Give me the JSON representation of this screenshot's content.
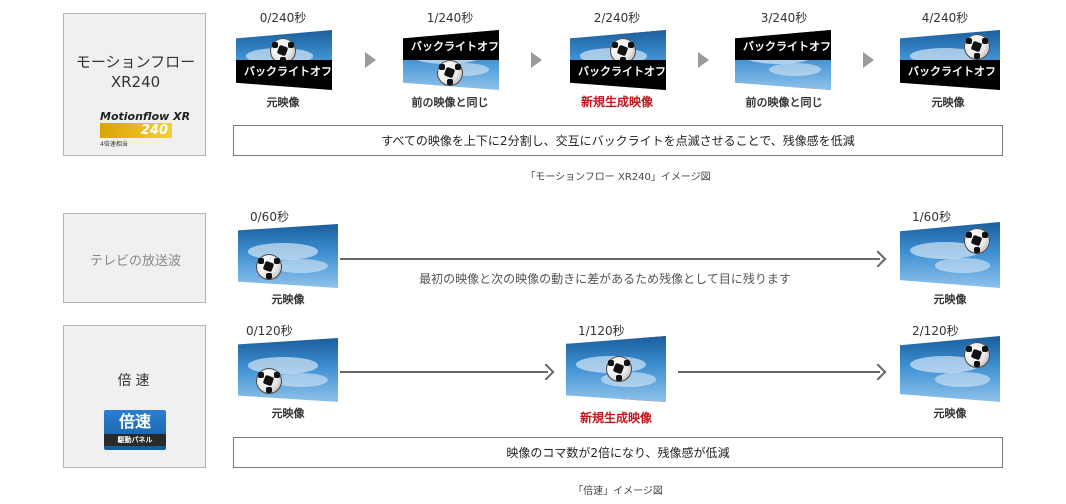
{
  "section1": {
    "label_line1": "モーションフロー",
    "label_line2": "XR240",
    "logo_text": "Motionflow XR",
    "logo_number": "240",
    "logo_sub": "4倍速相当",
    "frames": [
      {
        "time": "0/240秒",
        "caption": "元映像",
        "overlay": "バックライトオフ"
      },
      {
        "time": "1/240秒",
        "caption": "前の映像と同じ",
        "overlay": "バックライトオフ"
      },
      {
        "time": "2/240秒",
        "caption": "新規生成映像",
        "overlay": "バックライトオフ"
      },
      {
        "time": "3/240秒",
        "caption": "前の映像と同じ",
        "overlay": "バックライトオフ"
      },
      {
        "time": "4/240秒",
        "caption": "元映像",
        "overlay": "バックライトオフ"
      }
    ],
    "note": "すべての映像を上下に2分割し、交互にバックライトを点滅させることで、残像感を低減",
    "image_caption": "「モーションフロー XR240」イメージ図"
  },
  "section2": {
    "label": "テレビの放送波",
    "time_left": "0/60秒",
    "time_right": "1/60秒",
    "caption_left": "元映像",
    "caption_right": "元映像",
    "arrow_text": "最初の映像と次の映像の動きに差があるため残像として目に残ります"
  },
  "section3": {
    "label": "倍速",
    "badge_main": "倍速",
    "badge_sub": "駆動パネル",
    "times": [
      "0/120秒",
      "1/120秒",
      "2/120秒"
    ],
    "captions": [
      "元映像",
      "新規生成映像",
      "元映像"
    ],
    "note": "映像のコマ数が2倍になり、残像感が低減",
    "image_caption": "「倍速」イメージ図"
  },
  "colors": {
    "accent_red": "#c0181f",
    "badge_blue": "#1e6fbf",
    "logo_gold": "#e0b000"
  }
}
